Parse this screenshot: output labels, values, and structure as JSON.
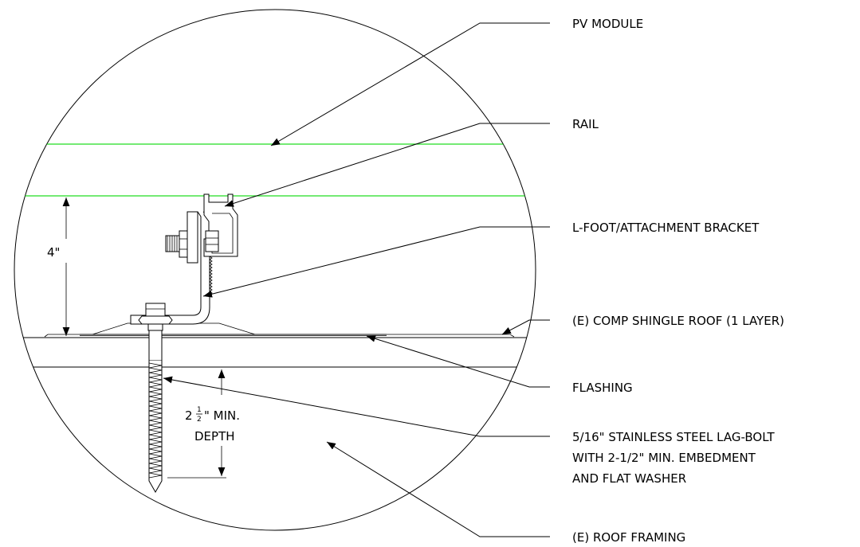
{
  "labels": {
    "pv_module": "PV MODULE",
    "rail": "RAIL",
    "l_foot": "L-FOOT/ATTACHMENT BRACKET",
    "roof": "(E) COMP SHINGLE ROOF (1 LAYER)",
    "flashing": "FLASHING",
    "lag_bolt_1": "5/16\" STAINLESS STEEL LAG-BOLT",
    "lag_bolt_2": "WITH 2-1/2\" MIN. EMBEDMENT",
    "lag_bolt_3": "AND FLAT WASHER",
    "framing": "(E) ROOF FRAMING"
  },
  "dimensions": {
    "height": "4\"",
    "depth_whole": "2",
    "depth_num": "1",
    "depth_den": "2",
    "depth_suffix": "\" MIN.",
    "depth_word": "DEPTH"
  },
  "colors": {
    "module_lines": "#22dd22"
  }
}
